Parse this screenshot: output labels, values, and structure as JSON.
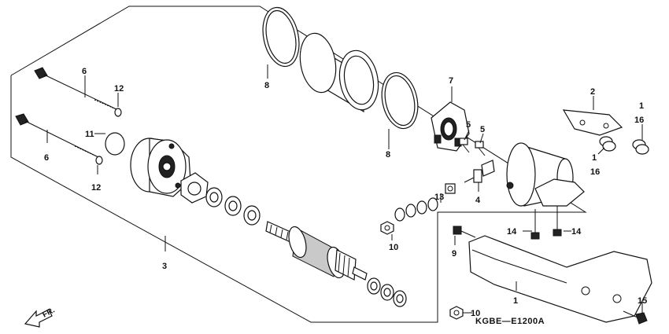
{
  "diagram": {
    "code": "KGBE—E1200A",
    "direction": "FR.",
    "callouts": [
      {
        "id": "c8a",
        "label": "8"
      },
      {
        "id": "c8b",
        "label": "8"
      },
      {
        "id": "c6a",
        "label": "6"
      },
      {
        "id": "c12a",
        "label": "12"
      },
      {
        "id": "c11",
        "label": "11"
      },
      {
        "id": "c6b",
        "label": "6"
      },
      {
        "id": "c12b",
        "label": "12"
      },
      {
        "id": "c3",
        "label": "3"
      },
      {
        "id": "c7",
        "label": "7"
      },
      {
        "id": "c5a",
        "label": "5"
      },
      {
        "id": "c5b",
        "label": "5"
      },
      {
        "id": "c13",
        "label": "13"
      },
      {
        "id": "c4",
        "label": "4"
      },
      {
        "id": "c10a",
        "label": "10"
      },
      {
        "id": "c10b",
        "label": "10"
      },
      {
        "id": "c9",
        "label": "9"
      },
      {
        "id": "c2",
        "label": "2"
      },
      {
        "id": "c1a",
        "label": "1"
      },
      {
        "id": "c16a",
        "label": "16"
      },
      {
        "id": "c1b",
        "label": "1"
      },
      {
        "id": "c16b",
        "label": "16"
      },
      {
        "id": "c14a",
        "label": "14"
      },
      {
        "id": "c14b",
        "label": "14"
      },
      {
        "id": "c1c",
        "label": "1"
      },
      {
        "id": "c15",
        "label": "15"
      }
    ]
  }
}
